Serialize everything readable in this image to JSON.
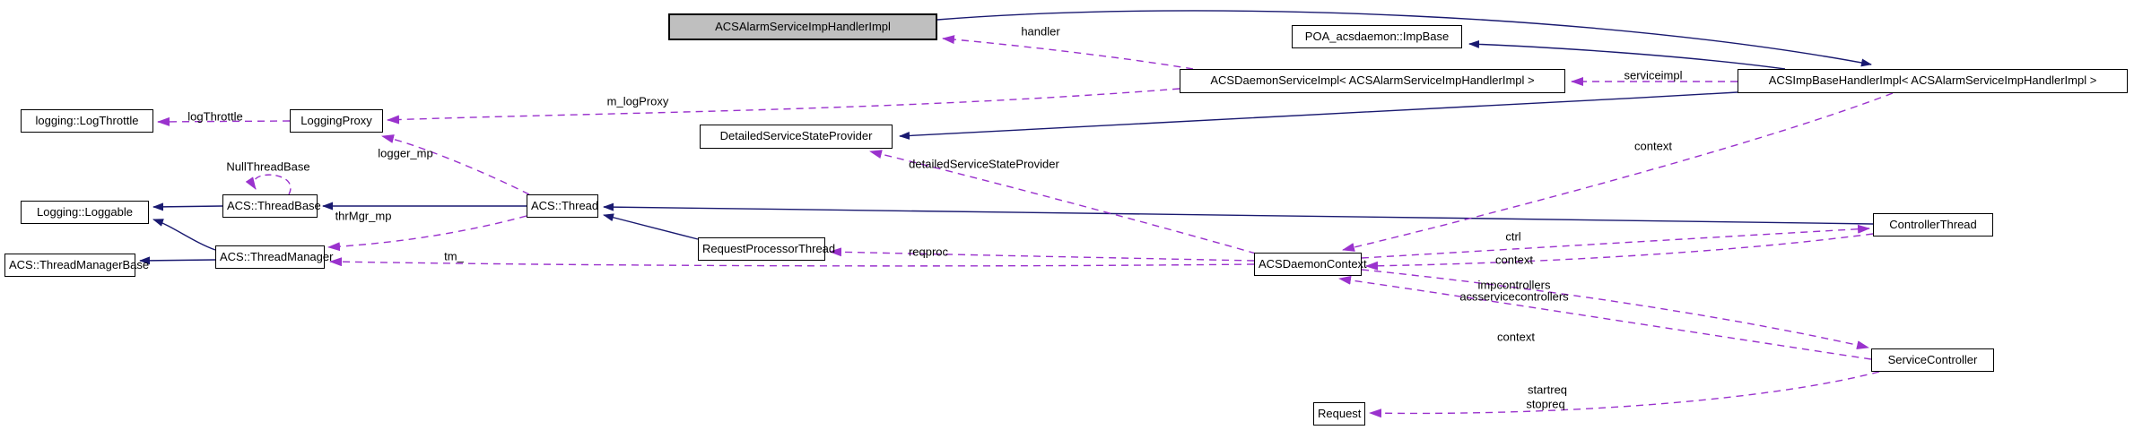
{
  "diagram": {
    "kind": "doxygen-collaboration-graph",
    "colors": {
      "inheritance_edge": "#191970",
      "usage_edge": "#9a32cd",
      "node_border": "#000000",
      "node_fill": "#ffffff",
      "current_node_fill": "#bfbfbf",
      "text": "#000000"
    },
    "nodes": {
      "alarm": {
        "label": "ACSAlarmServiceImpHandlerImpl",
        "current": true
      },
      "poa_impbase": {
        "label": "POA_acsdaemon::ImpBase"
      },
      "daemon_service": {
        "label": "ACSDaemonServiceImpl< ACSAlarmServiceImpHandlerImpl >"
      },
      "imp_base_handler": {
        "label": "ACSImpBaseHandlerImpl< ACSAlarmServiceImpHandlerImpl >"
      },
      "log_throttle": {
        "label": "logging::LogThrottle"
      },
      "logging_proxy": {
        "label": "LoggingProxy"
      },
      "detailed_ssp": {
        "label": "DetailedServiceStateProvider"
      },
      "loggable": {
        "label": "Logging::Loggable"
      },
      "thread_base": {
        "label": "ACS::ThreadBase"
      },
      "thread": {
        "label": "ACS::Thread"
      },
      "thread_mgr_base": {
        "label": "ACS::ThreadManagerBase"
      },
      "thread_mgr": {
        "label": "ACS::ThreadManager"
      },
      "req_proc_thread": {
        "label": "RequestProcessorThread"
      },
      "daemon_context": {
        "label": "ACSDaemonContext"
      },
      "controller_thread": {
        "label": "ControllerThread"
      },
      "service_controller": {
        "label": "ServiceController"
      },
      "request": {
        "label": "Request"
      }
    },
    "edge_labels": {
      "handler": "handler",
      "serviceimpl": "serviceimpl",
      "m_log_proxy": "m_logProxy",
      "log_throttle": "logThrottle",
      "logger_mp": "logger_mp",
      "null_thread_base": "NullThreadBase",
      "thr_mgr_mp": "thrMgr_mp",
      "tm": "tm_",
      "reqproc": "reqproc",
      "detailed_ssp": "detailedServiceStateProvider",
      "context_impbase": "context",
      "ctrl": "ctrl",
      "context_controller": "context",
      "impcontrollers": "impcontrollers",
      "acsservicecontrollers": "acsservicecontrollers",
      "context_service": "context",
      "startreq": "startreq",
      "stopreq": "stopreq"
    },
    "edges": [
      {
        "from": "alarm",
        "to": "imp_base_handler",
        "kind": "inheritance"
      },
      {
        "from": "imp_base_handler",
        "to": "poa_impbase",
        "kind": "inheritance"
      },
      {
        "from": "imp_base_handler",
        "to": "detailed_ssp",
        "kind": "inheritance"
      },
      {
        "from": "thread",
        "to": "thread_base",
        "kind": "inheritance"
      },
      {
        "from": "controller_thread",
        "to": "thread",
        "kind": "inheritance"
      },
      {
        "from": "req_proc_thread",
        "to": "thread",
        "kind": "inheritance"
      },
      {
        "from": "thread_base",
        "to": "loggable",
        "kind": "inheritance"
      },
      {
        "from": "thread_mgr",
        "to": "loggable",
        "kind": "inheritance"
      },
      {
        "from": "thread_mgr",
        "to": "thread_mgr_base",
        "kind": "inheritance"
      },
      {
        "from": "daemon_service",
        "to": "alarm",
        "kind": "usage",
        "label": "handler"
      },
      {
        "from": "imp_base_handler",
        "to": "daemon_service",
        "kind": "usage",
        "label": "serviceimpl"
      },
      {
        "from": "daemon_service",
        "to": "logging_proxy",
        "kind": "usage",
        "label": "m_logProxy"
      },
      {
        "from": "logging_proxy",
        "to": "log_throttle",
        "kind": "usage",
        "label": "logThrottle"
      },
      {
        "from": "thread",
        "to": "logging_proxy",
        "kind": "usage",
        "label": "logger_mp"
      },
      {
        "from": "thread_base",
        "to": "thread_base",
        "kind": "usage",
        "label": "NullThreadBase"
      },
      {
        "from": "thread",
        "to": "thread_mgr",
        "kind": "usage",
        "label": "thrMgr_mp"
      },
      {
        "from": "daemon_context",
        "to": "thread_mgr",
        "kind": "usage",
        "label": "tm_"
      },
      {
        "from": "daemon_context",
        "to": "req_proc_thread",
        "kind": "usage",
        "label": "reqproc"
      },
      {
        "from": "daemon_context",
        "to": "detailed_ssp",
        "kind": "usage",
        "label": "detailedServiceStateProvider"
      },
      {
        "from": "imp_base_handler",
        "to": "daemon_context",
        "kind": "usage",
        "label": "context"
      },
      {
        "from": "daemon_context",
        "to": "controller_thread",
        "kind": "usage",
        "label": "ctrl"
      },
      {
        "from": "controller_thread",
        "to": "daemon_context",
        "kind": "usage",
        "label": "context"
      },
      {
        "from": "daemon_context",
        "to": "service_controller",
        "kind": "usage",
        "label": "impcontrollers acsservicecontrollers"
      },
      {
        "from": "service_controller",
        "to": "daemon_context",
        "kind": "usage",
        "label": "context"
      },
      {
        "from": "service_controller",
        "to": "request",
        "kind": "usage",
        "label": "startreq stopreq"
      }
    ]
  }
}
